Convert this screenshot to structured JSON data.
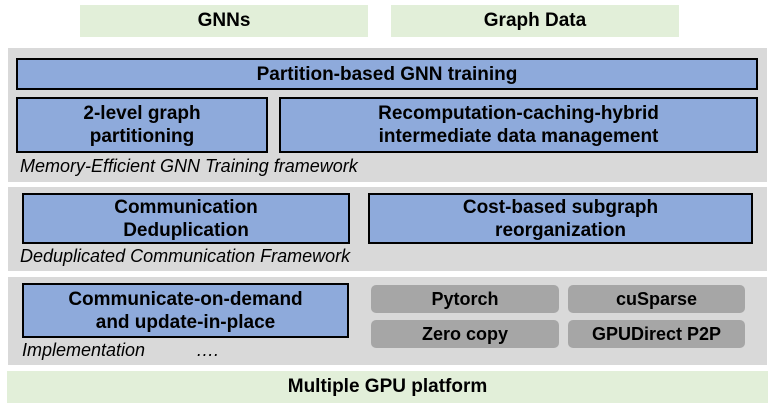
{
  "top": {
    "gnns": "GNNs",
    "graph_data": "Graph Data"
  },
  "layer1": {
    "partition_training": "Partition-based GNN training",
    "graph_partitioning": [
      "2-level graph",
      "partitioning"
    ],
    "data_management": [
      "Recomputation-caching-hybrid",
      "intermediate data management"
    ],
    "caption": "Memory-Efficient GNN Training framework"
  },
  "layer2": {
    "comm_dedup": [
      "Communication",
      "Deduplication"
    ],
    "subgraph_reorg": [
      "Cost-based subgraph",
      "reorganization"
    ],
    "caption": "Deduplicated Communication Framework"
  },
  "layer3": {
    "comm_on_demand": [
      "Communicate-on-demand",
      "and update-in-place"
    ],
    "libraries": [
      "Pytorch",
      "cuSparse",
      "Zero copy",
      "GPUDirect P2P"
    ],
    "caption": "Implementation",
    "ellipsis": "…."
  },
  "bottom": {
    "platform": "Multiple GPU platform"
  },
  "colors": {
    "green": "#e2efd9",
    "gray_layer": "#d9d9d9",
    "blue_box": "#8eaadb",
    "lib_box": "#a6a6a6"
  }
}
